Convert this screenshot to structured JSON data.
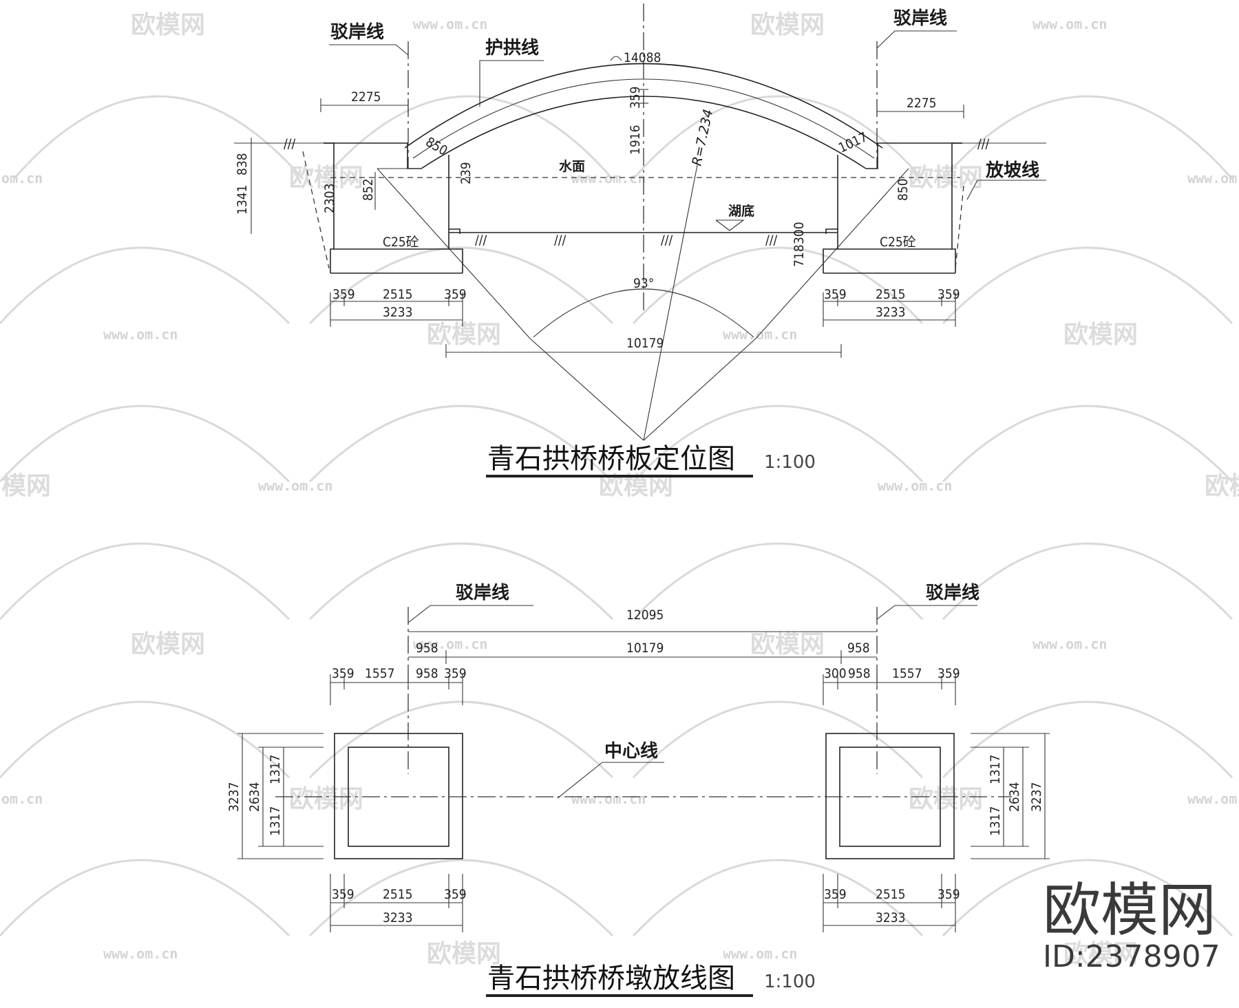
{
  "watermark": {
    "brand": "欧模网",
    "site": "www.om.cn",
    "site_short": "om.cn",
    "brand_tail": "模网"
  },
  "branding": {
    "name": "欧模网",
    "id": "ID:2378907"
  },
  "top": {
    "title": "青石拱桥桥板定位图",
    "scale": "1:100",
    "labels": {
      "revetment_left": "驳岸线",
      "revetment_right": "驳岸线",
      "arch_guard": "护拱线",
      "slope": "放坡线",
      "water": "水面",
      "lake_bottom": "湖底",
      "concrete_left": "C25砼",
      "concrete_right": "C25砼"
    },
    "dims": {
      "arc_len": "14088",
      "left_offset": "2275",
      "right_offset": "2275",
      "arch_thk": "359",
      "rise": "1916",
      "radius": "R=7.234",
      "thk_left": "850",
      "thk_right": "1017",
      "d239": "239",
      "d852": "852",
      "d850r": "850",
      "d838": "838",
      "d1341": "1341",
      "d2303": "2303",
      "d718": "718",
      "d300": "300",
      "angle": "93°",
      "span": "10179",
      "a359": "359",
      "a2515": "2515",
      "a3233": "3233"
    }
  },
  "bottom": {
    "title": "青石拱桥桥墩放线图",
    "scale": "1:100",
    "labels": {
      "revetment_left": "驳岸线",
      "revetment_right": "驳岸线",
      "center": "中心线"
    },
    "dims": {
      "total": "12095",
      "span": "10179",
      "d958": "958",
      "d359": "359",
      "d1557": "1557",
      "d300": "300",
      "d3237": "3237",
      "d2634": "2634",
      "d1317": "1317",
      "d2515": "2515",
      "d3233": "3233"
    }
  }
}
